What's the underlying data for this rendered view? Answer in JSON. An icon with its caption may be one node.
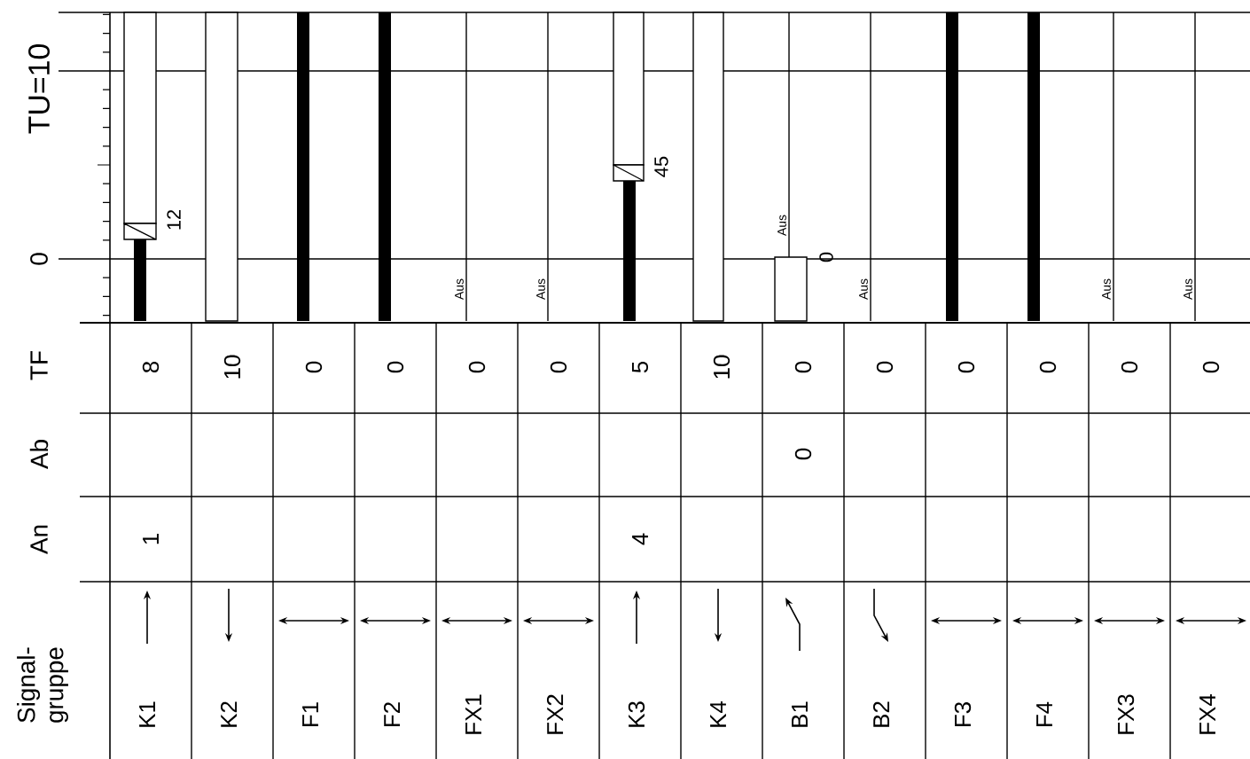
{
  "diagram": {
    "labels": [
      "TU=10",
      "0",
      "12",
      "Aus",
      "Aus",
      "45",
      "Aus",
      "0",
      "Aus",
      "Aus",
      "Aus",
      "TF",
      "8",
      "10",
      "0",
      "0",
      "0",
      "0",
      "5",
      "10",
      "0",
      "0",
      "0",
      "0",
      "0",
      "0",
      "Ab",
      "0",
      "An",
      "1",
      "4",
      "Signal-gruppe",
      "K1",
      "K2",
      "F1",
      "F2",
      "FX1",
      "FX2",
      "K3",
      "K4",
      "B1",
      "B2",
      "F3",
      "F4",
      "FX3",
      "FX4"
    ]
  }
}
